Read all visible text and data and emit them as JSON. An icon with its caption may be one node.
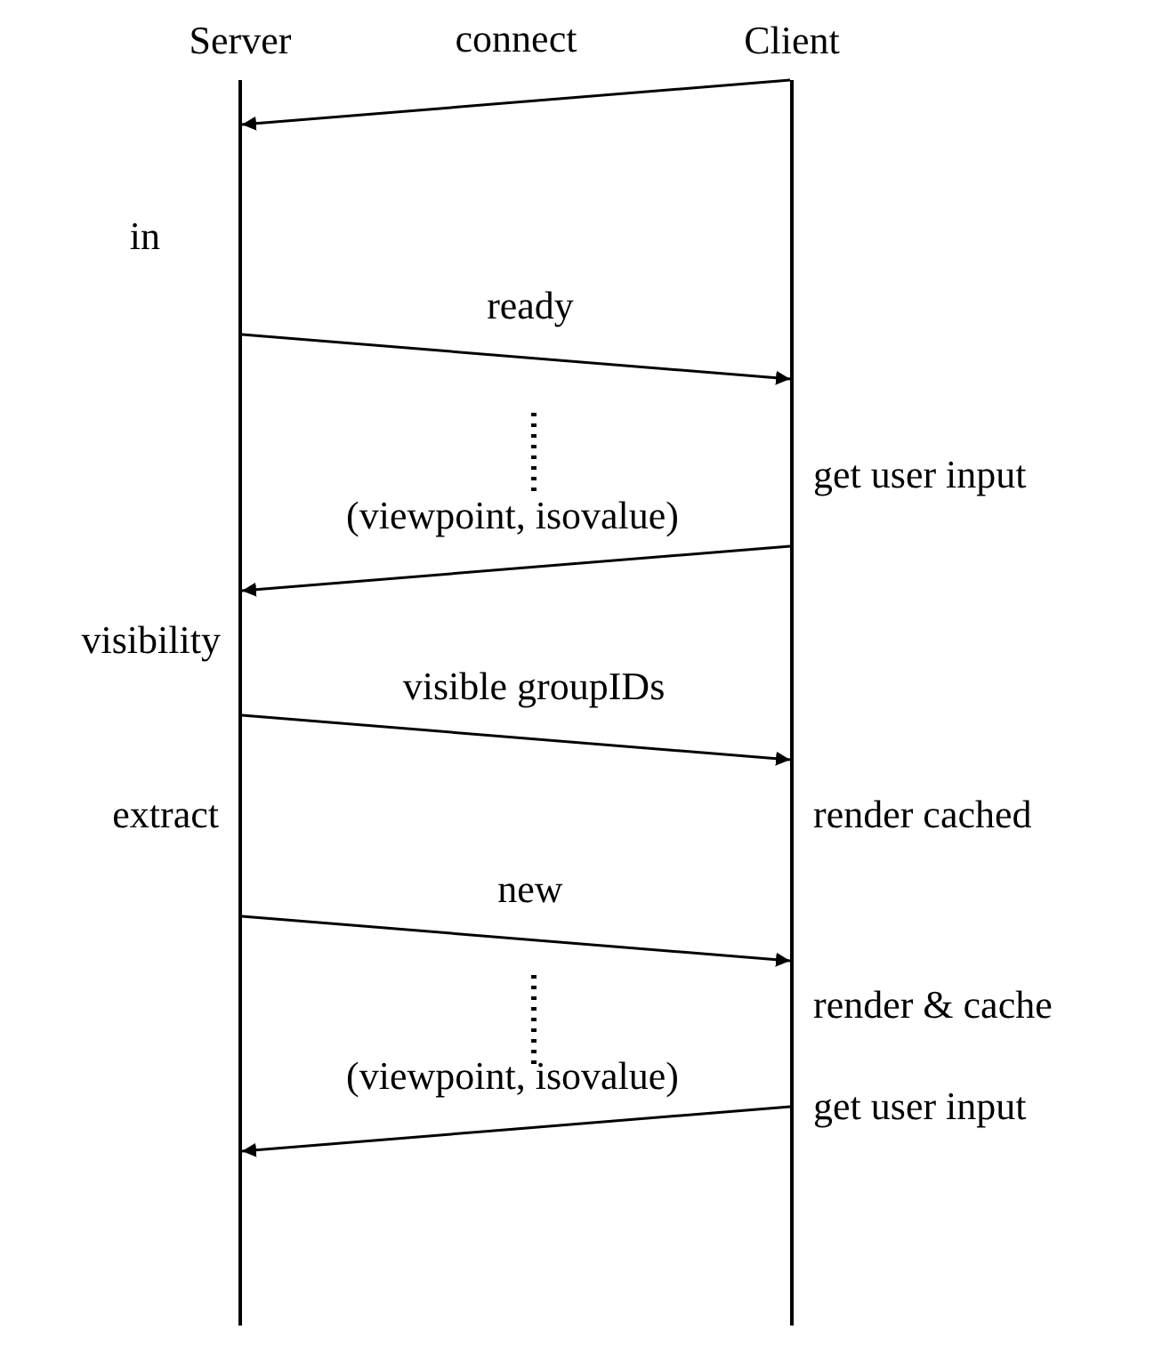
{
  "diagram": {
    "nodes": [
      {
        "text": [
          "Server"
        ]
      },
      {
        "text": [
          "Client"
        ]
      }
    ],
    "edges": [
      {
        "from": 1,
        "to": 0,
        "arrow": "to",
        "label": "connect"
      },
      {
        "from": 0,
        "to": 1,
        "arrow": "to",
        "label": "ready"
      },
      {
        "from": 1,
        "to": 0,
        "arrow": "to",
        "label": "(viewpoint, isovalue)"
      },
      {
        "from": 0,
        "to": 1,
        "arrow": "to",
        "label": "visible groupIDs"
      },
      {
        "from": 0,
        "to": 1,
        "arrow": "to",
        "label": "new"
      },
      {
        "from": 1,
        "to": 0,
        "arrow": "to",
        "label": "(viewpoint, isovalue)"
      }
    ],
    "labels": [
      "in",
      "get user input",
      "visibility",
      "extract",
      "render cached",
      "render & cache",
      "get user input"
    ]
  }
}
